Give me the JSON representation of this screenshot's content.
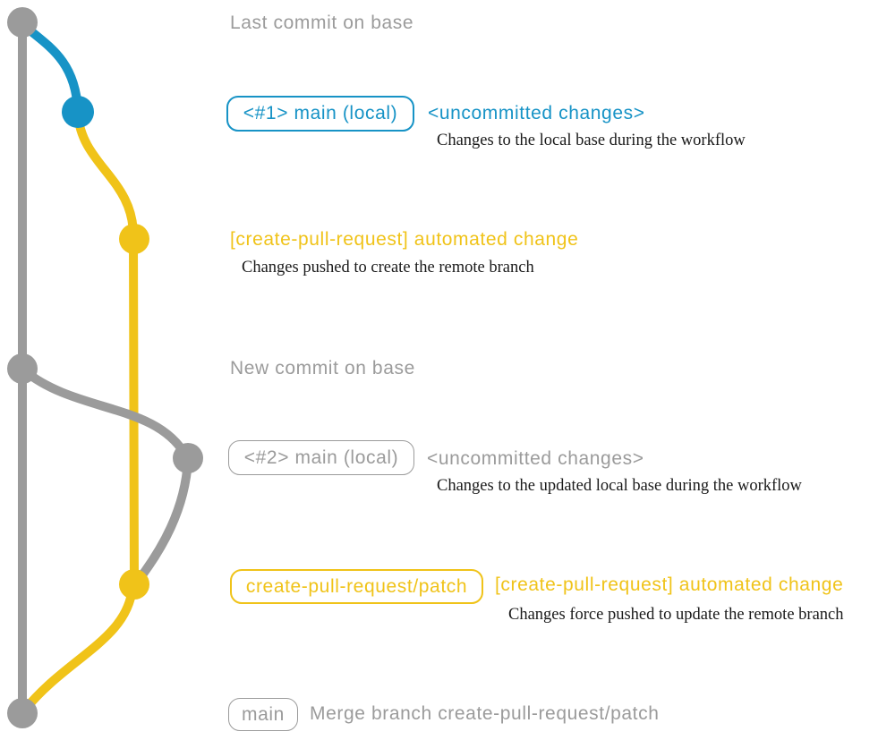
{
  "colors": {
    "gray": "#9B9B9B",
    "blue": "#1793C6",
    "yellow": "#F0C319",
    "ink": "#1A1A1A"
  },
  "graph": {
    "base_branch_color_name": "gray",
    "local_branch_color_name": "blue",
    "remote_branch_color_name": "yellow"
  },
  "rows": {
    "last_commit_label": "Last commit on base",
    "badge1_label": "<#1> main (local)",
    "uncommitted1_label": "<uncommitted changes>",
    "desc1": "Changes to the local base during the workflow",
    "auto_change1_label": "[create-pull-request] automated change",
    "desc2": "Changes pushed to create the remote branch",
    "new_commit_label": "New commit on base",
    "badge2_label": "<#2> main (local)",
    "uncommitted2_label": "<uncommitted changes>",
    "desc3": "Changes to the updated local base during the workflow",
    "badge3_label": "create-pull-request/patch",
    "auto_change2_label": "[create-pull-request] automated change",
    "desc4": "Changes force pushed to update the remote branch",
    "badge4_label": "main",
    "merge_label": "Merge branch create-pull-request/patch"
  }
}
